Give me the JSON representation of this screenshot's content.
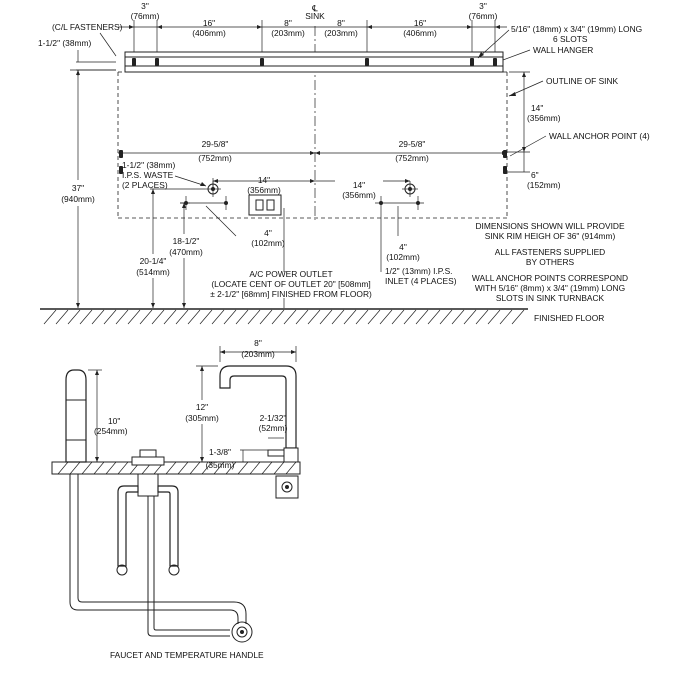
{
  "dims": {
    "top_a": "3\"",
    "top_a_mm": "(76mm)",
    "top_b": "16\"",
    "top_b_mm": "(406mm)",
    "top_c": "8\"",
    "top_c_mm": "(203mm)",
    "sink_cl": "℄",
    "sink_label": "SINK",
    "top_d": "8\"",
    "top_d_mm": "(203mm)",
    "top_e": "16\"",
    "top_e_mm": "(406mm)",
    "top_f": "3\"",
    "top_f_mm": "(76mm)",
    "cl_fasteners": "(C/L FASTENERS)",
    "left_a": "1-1/2\" (38mm)",
    "overall_h": "37\"",
    "overall_h_mm": "(940mm)",
    "half_l": "29-5/8\"",
    "half_l_mm": "(752mm)",
    "half_r": "29-5/8\"",
    "half_r_mm": "(752mm)",
    "right_14": "14\"",
    "right_14_mm": "(356mm)",
    "right_6": "6\"",
    "right_6_mm": "(152mm)",
    "outlet_w": "14\"",
    "outlet_w_mm": "(356mm)",
    "inlet_14": "14\"",
    "inlet_14_mm": "(356mm)",
    "waste_4": "4\"",
    "waste_4_mm": "(102mm)",
    "inlet_4": "4\"",
    "inlet_4_mm": "(102mm)",
    "h_20": "20-1/4\"",
    "h_20_mm": "(514mm)",
    "h_18": "18-1/2\"",
    "h_18_mm": "(470mm)",
    "f_8": "8\"",
    "f_8_mm": "(203mm)",
    "f_10": "10\"",
    "f_10_mm": "(254mm)",
    "f_12": "12\"",
    "f_12_mm": "(305mm)",
    "f_2": "2-1/32\"",
    "f_2_mm": "(52mm)",
    "f_1": "1-3/8\"",
    "f_1_mm": "(35mm)"
  },
  "callouts": {
    "slots": [
      "5/16\" (18mm) x 3/4\" (19mm) LONG",
      "6 SLOTS"
    ],
    "wall_hanger": "WALL HANGER",
    "outline": "OUTLINE OF SINK",
    "anchor": "WALL ANCHOR POINT (4)",
    "waste": [
      "1-1/2\" (38mm)",
      "I.P.S. WASTE",
      "(2 PLACES)"
    ],
    "inlet": [
      "1/2\" (13mm) I.P.S.",
      "INLET (4 PLACES)"
    ],
    "outlet": [
      "A/C POWER OUTLET",
      "(LOCATE CENT OF OUTLET 20\" [508mm]",
      "± 2-1/2\" [68mm] FINISHED FROM FLOOR)"
    ],
    "finished_floor": "FINISHED FLOOR",
    "faucet": "FAUCET AND TEMPERATURE HANDLE"
  },
  "notes": [
    "DIMENSIONS SHOWN WILL PROVIDE",
    "SINK RIM HEIGH OF 36\" (914mm)",
    "ALL FASTENERS SUPPLIED",
    "BY OTHERS",
    "WALL ANCHOR POINTS CORRESPOND",
    "WITH 5/16\" (8mm) x 3/4\" (19mm) LONG",
    "SLOTS IN SINK TURNBACK"
  ]
}
